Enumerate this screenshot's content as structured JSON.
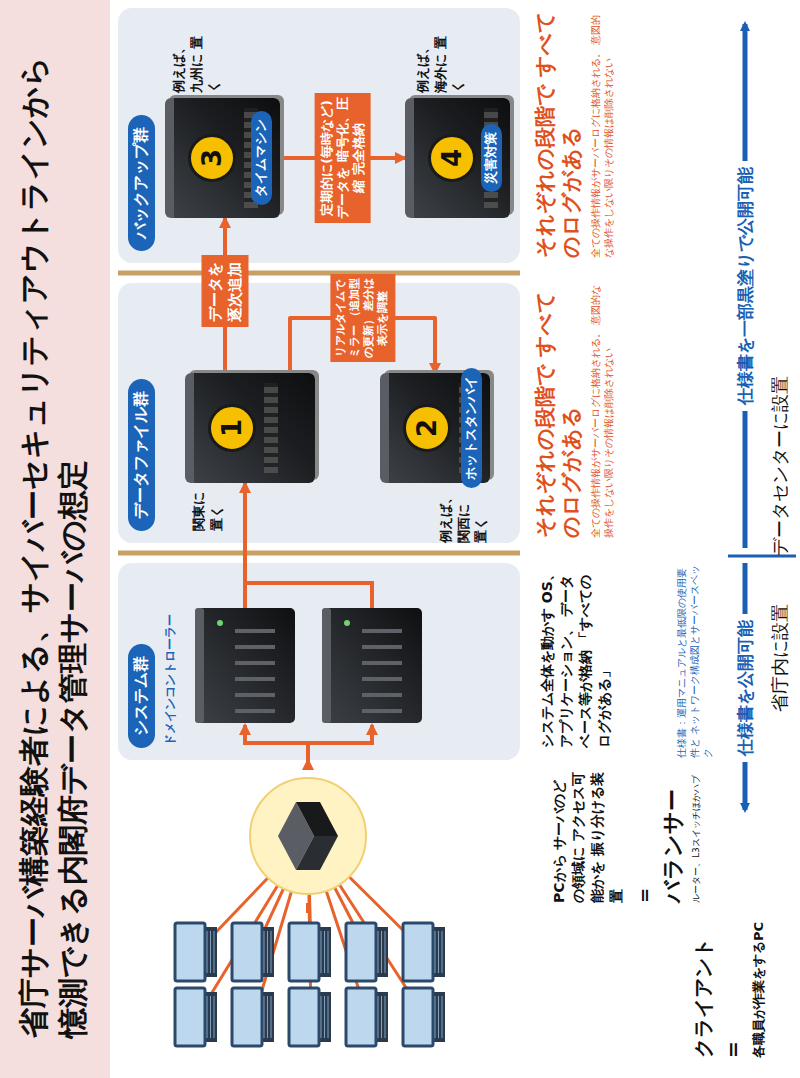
{
  "diagram": {
    "title": "省庁サーバ構築経験者による、サイバーセキュリティアウトラインから 憶測できる内閣府データ管理サーバの想定",
    "nodes": [
      {
        "text": [
          "クライアント",
          "=",
          "各職員が作業をするPC"
        ]
      },
      {
        "text": [
          "PCから サーバのどの領域に アクセス可能かを 振り分ける装置",
          "=",
          "バランサー",
          "ルーター、L3スイッチほかハブ"
        ]
      },
      {
        "text": [
          "システム群",
          "ドメインコントローラー"
        ]
      },
      {
        "text": [
          "データファイル群"
        ]
      },
      {
        "text": [
          "1",
          "関東に 置く"
        ],
        "in": 3
      },
      {
        "text": [
          "2",
          "例えば、 関西に 置く",
          "ホットスタンバイ"
        ],
        "in": 3
      },
      {
        "text": [
          "バックアップ群"
        ]
      },
      {
        "text": [
          "3",
          "タイムマシン",
          "例えば、 九州に 置く"
        ],
        "in": 6
      },
      {
        "text": [
          "4",
          "災害対策",
          "例えば、 海外に 置く"
        ],
        "in": 6
      }
    ],
    "edges": [
      {
        "from": 0,
        "to": 1,
        "arrow": "none"
      },
      {
        "from": 1,
        "to": 2,
        "arrow": "to"
      },
      {
        "from": 2,
        "to": 4,
        "arrow": "to"
      },
      {
        "from": 4,
        "to": 7,
        "arrow": "to",
        "label": "データを 逐次追加"
      },
      {
        "from": 4,
        "to": 5,
        "arrow": "to",
        "label": "リアルタイムで ミラー （追加型の更新） 差分は表示を調整"
      },
      {
        "from": 7,
        "to": 8,
        "arrow": "to",
        "label": "定期的に(毎時など) データを 暗号化、圧縮 完全格納"
      }
    ],
    "labels": [
      "システム全体を動かす OS、アプリケーション、 データベース等が格納 「すべてのログがある」",
      "それぞれの段階で すべてのログがある",
      "全ての操作情報がサーバーログに格納される。 意図的な操作をしない限りその情報は削除されない",
      "それぞれの段階で すべてのログがある",
      "全ての操作情報がサーバーログに格納される。 意図的な操作をしない限りその情報は削除されない",
      "仕様書：運用マニュアルと最低限の使用要件と ネットワーク構成図とサーバースペック",
      "仕様書を公開可能",
      "仕様書を一部黒塗りで公開可能",
      "省庁内に設置",
      "データセンターに設置"
    ]
  }
}
